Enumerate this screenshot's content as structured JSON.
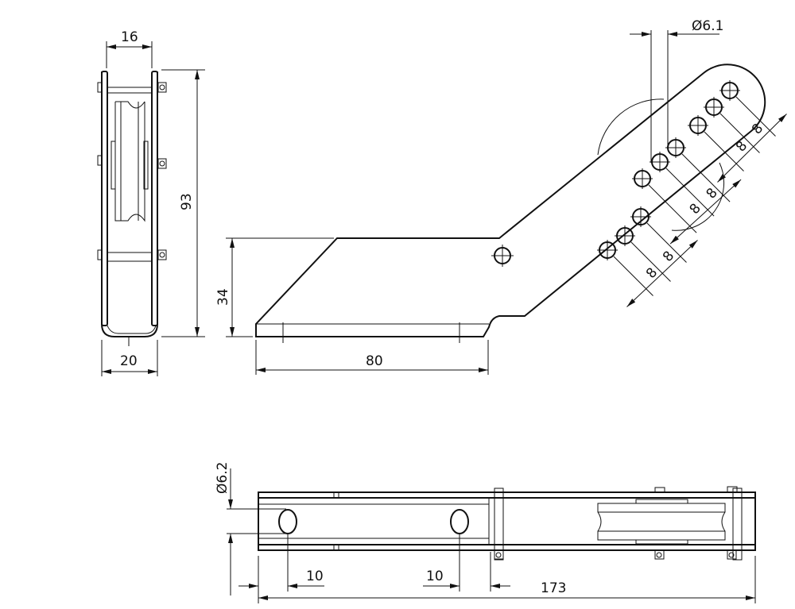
{
  "views": {
    "end_view": {
      "width_top": "16",
      "width_bottom": "20",
      "height": "93"
    },
    "side_view": {
      "height": "34",
      "length": "80",
      "hole_diameter": "Ø6.1",
      "hole_spacing": [
        "8",
        "8",
        "8",
        "8",
        "8",
        "8"
      ]
    },
    "top_view": {
      "hole_diameter": "Ø6.2",
      "offset_left": "10",
      "offset_right": "10",
      "total_length": "173"
    }
  },
  "colors": {
    "line": "#111111",
    "background": "#ffffff"
  }
}
